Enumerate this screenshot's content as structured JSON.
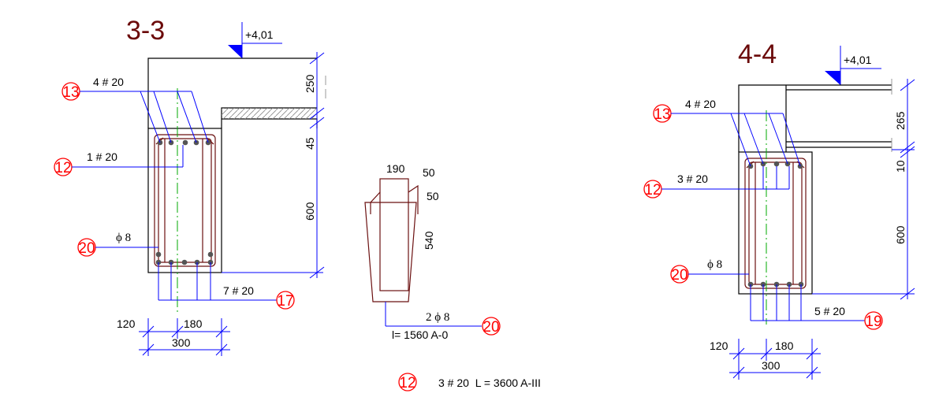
{
  "section_a": {
    "title": "3-3",
    "level": "+4,01",
    "dim_top": "250",
    "dim_mid": "45",
    "dim_height": "600",
    "dim_left": "120",
    "dim_right": "180",
    "dim_width": "300",
    "callout_top": {
      "mark": "13",
      "text": "4 # 20"
    },
    "callout_mid": {
      "mark": "12",
      "text": "1 # 20"
    },
    "callout_stirrup": {
      "mark": "20",
      "text": "ϕ 8"
    },
    "callout_bottom": {
      "mark": "17",
      "text": "7 # 20"
    }
  },
  "stirrup_detail": {
    "dim_top": "190",
    "dim_hook1": "50",
    "dim_hook2": "50",
    "dim_height": "540",
    "callout_text": "2 ϕ 8",
    "callout_length": "l= 1560 A-0",
    "mark": "20"
  },
  "spec": {
    "mark": "12",
    "text": "3 # 20  L = 3600 A-III"
  },
  "section_b": {
    "title": "4-4",
    "level": "+4,01",
    "dim_top": "265",
    "dim_mid": "10",
    "dim_height": "600",
    "dim_left": "120",
    "dim_right": "180",
    "dim_width": "300",
    "callout_top": {
      "mark": "13",
      "text": "4 # 20"
    },
    "callout_mid": {
      "mark": "12",
      "text": "3 # 20"
    },
    "callout_stirrup": {
      "mark": "20",
      "text": "ϕ 8"
    },
    "callout_bottom": {
      "mark": "19",
      "text": "5 # 20"
    }
  }
}
